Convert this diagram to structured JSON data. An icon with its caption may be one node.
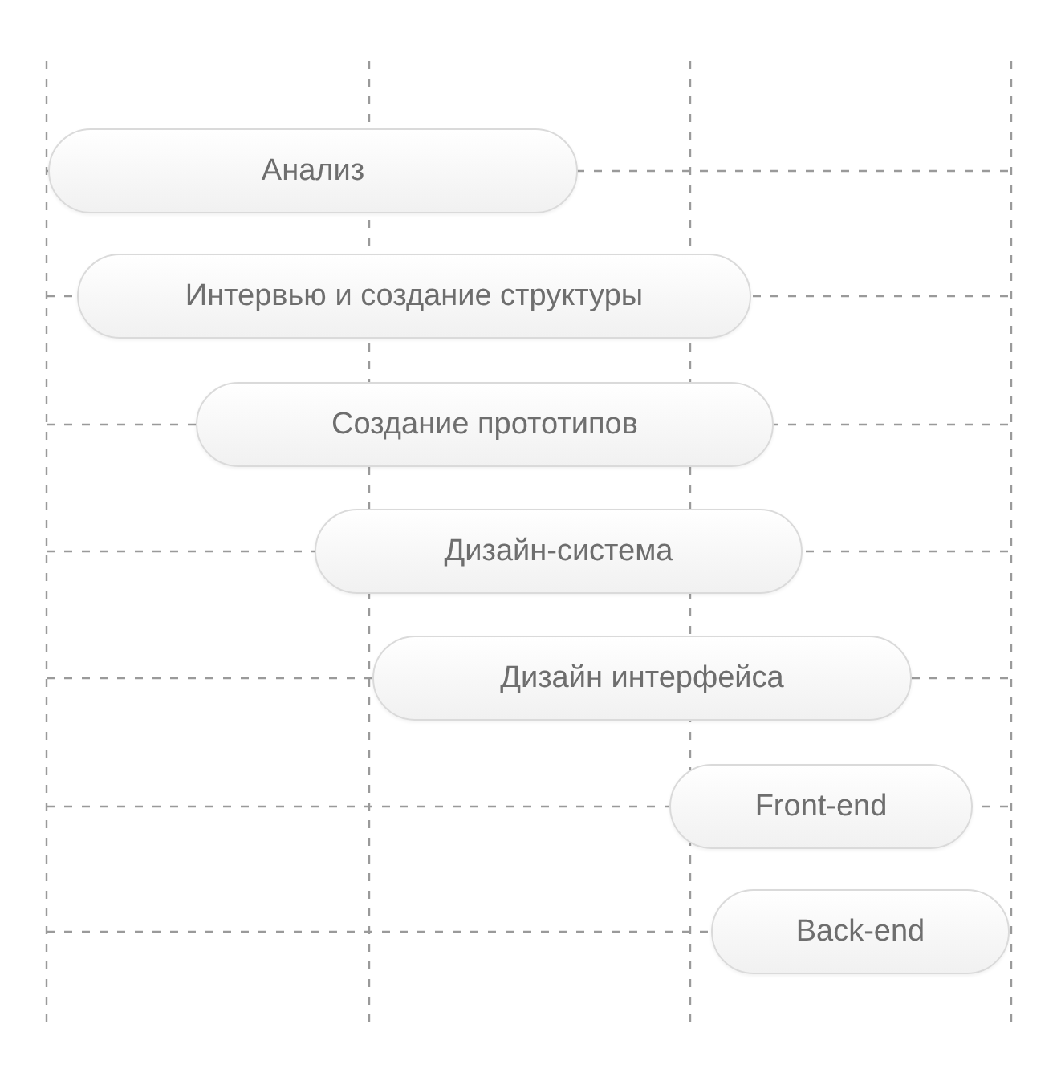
{
  "diagram": {
    "nodes": [
      {
        "text": [
          "Анализ"
        ]
      },
      {
        "text": [
          "Интервью и создание структуры"
        ]
      },
      {
        "text": [
          "Создание прототипов"
        ]
      },
      {
        "text": [
          "Дизайн-система"
        ]
      },
      {
        "text": [
          "Дизайн интерфейса"
        ]
      },
      {
        "text": [
          "Front-end"
        ]
      },
      {
        "text": [
          "Back-end"
        ]
      }
    ]
  }
}
